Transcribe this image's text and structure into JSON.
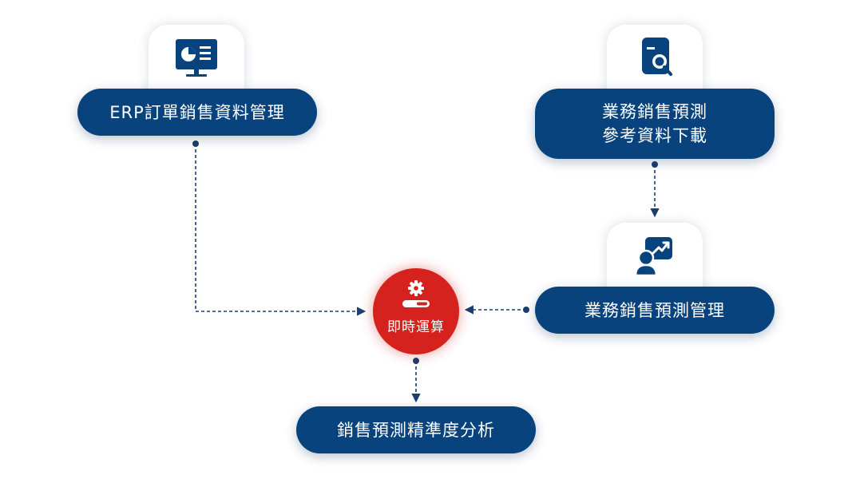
{
  "nodes": {
    "erp": {
      "label": "ERP訂單銷售資料管理",
      "icon": "dashboard-monitor-icon"
    },
    "forecast_download": {
      "line1": "業務銷售預測",
      "line2": "參考資料下載",
      "icon": "document-search-icon"
    },
    "forecast_mgmt": {
      "label": "業務銷售預測管理",
      "icon": "presenter-chart-icon"
    },
    "hub": {
      "label": "即時運算",
      "icon": "gear-progress-icon"
    },
    "accuracy": {
      "label": "銷售預測精準度分析"
    }
  },
  "colors": {
    "navy": "#08437e",
    "red": "#d6221e",
    "connector": "#1b3e6e"
  }
}
